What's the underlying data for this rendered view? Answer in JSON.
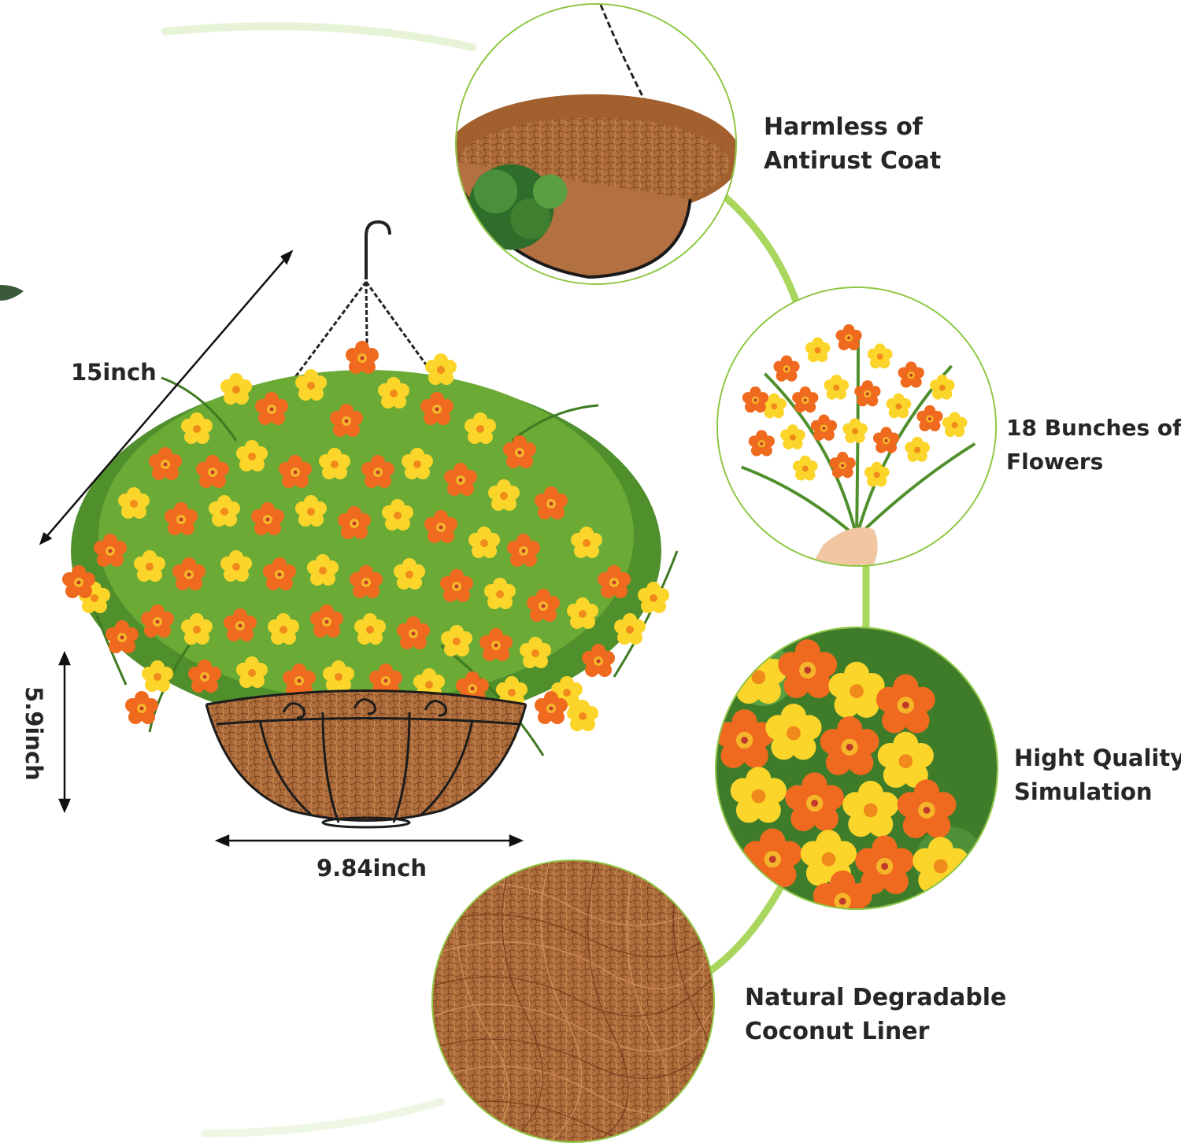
{
  "features": [
    {
      "line1": "Harmless of",
      "line2": "Antirust Coat"
    },
    {
      "line1": "18 Bunches of",
      "line2": "Flowers"
    },
    {
      "line1": "Hight Quality",
      "line2": "Simulation"
    },
    {
      "line1": "Natural Degradable",
      "line2": "Coconut Liner"
    }
  ],
  "dimensions": {
    "diagonal": "15inch",
    "height": "5.9inch",
    "width": "9.84inch"
  },
  "colors": {
    "accent_green": "#8cc63f",
    "text": "#262626",
    "coir_brown": "#a8683a",
    "flower_orange": "#e8501c",
    "flower_yellow": "#f7c20f"
  }
}
